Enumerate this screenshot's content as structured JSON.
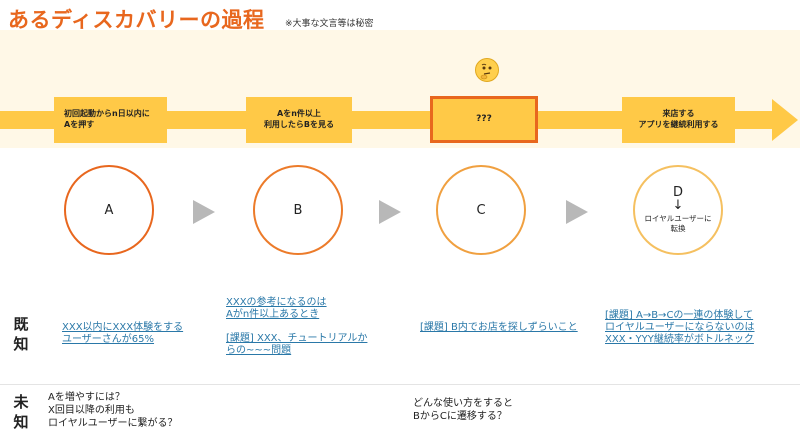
{
  "header": {
    "title": "あるディスカバリーの過程",
    "note": "※大事な文言等は秘密"
  },
  "flow": {
    "steps": [
      {
        "label": "初回起動からn日以内に\nAを押す"
      },
      {
        "label": "Aをn件以上\n利用したらBを見る"
      },
      {
        "label": "???"
      },
      {
        "label": "来店する\nアプリを継続利用する"
      }
    ],
    "circles": [
      {
        "label": "A",
        "color": "#e8671e"
      },
      {
        "label": "B",
        "color": "#ec7b2a"
      },
      {
        "label": "C",
        "color": "#f0a040"
      },
      {
        "label": "D\n↓",
        "sub": "ロイヤルユーザーに\n転換",
        "color": "#f5c060"
      }
    ]
  },
  "known": {
    "heading": "既\n知",
    "items": [
      {
        "text": "XXX以内にXXX体験をする\nユーザーさんが65%"
      },
      {
        "text": "XXXの参考になるのは\nAがn件以上あるとき\n\n[課題] XXX、チュートリアルか\nらの~~~問題"
      },
      {
        "text": "[課題] B内でお店を探しずらいこと"
      },
      {
        "text": "[課題] A→B→Cの一連の体験して\nロイヤルユーザーにならないのは\nXXX・YYY継続率がボトルネック"
      }
    ]
  },
  "unknown": {
    "heading": "未\n知",
    "items": [
      {
        "text": "Aを増やすには？\nX回目以降の利用も\nロイヤルユーザーに繋がる？"
      },
      {
        "text": "どんな使い方をすると\nBからCに遷移する？"
      }
    ]
  }
}
